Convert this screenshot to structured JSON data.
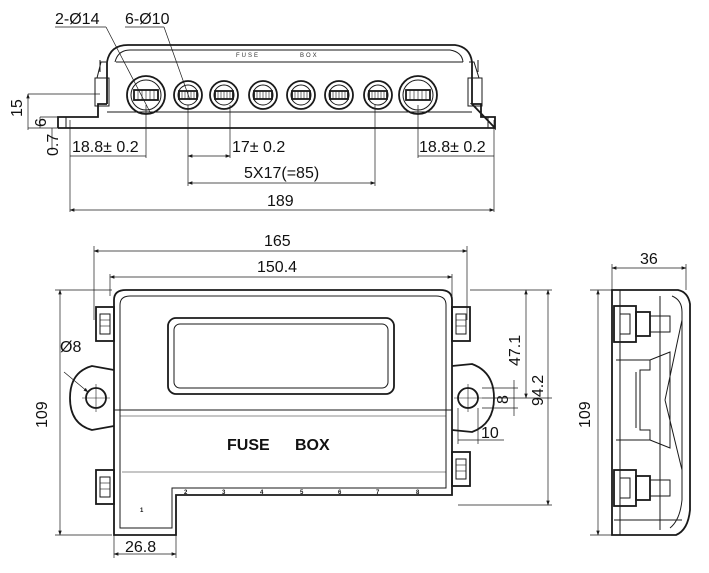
{
  "top_view": {
    "hole_large_label": "2-Ø14",
    "hole_small_label": "6-Ø10",
    "lid_text_left": "FUSE",
    "lid_text_right": "BOX",
    "dim_height_15": "15",
    "dim_6": "6",
    "dim_0_7": "0.7",
    "dim_edge_left": "18.8± 0.2",
    "dim_pitch": "17± 0.2",
    "dim_edge_right": "18.8± 0.2",
    "dim_span": "5X17(=85)",
    "dim_total_length": "189"
  },
  "front_view": {
    "dim_width_165": "165",
    "dim_width_150_4": "150.4",
    "dim_height_109": "109",
    "dim_hole_dia": "Ø8",
    "dim_47_1": "47.1",
    "dim_94_2": "94.2",
    "dim_8": "8",
    "dim_10": "10",
    "dim_26_8": "26.8",
    "lid_label_fuse": "FUSE",
    "lid_label_box": "BOX",
    "slot_numbers": [
      "1",
      "2",
      "3",
      "4",
      "5",
      "6",
      "7",
      "8"
    ]
  },
  "side_view": {
    "dim_depth_36": "36",
    "dim_height_109": "109"
  }
}
